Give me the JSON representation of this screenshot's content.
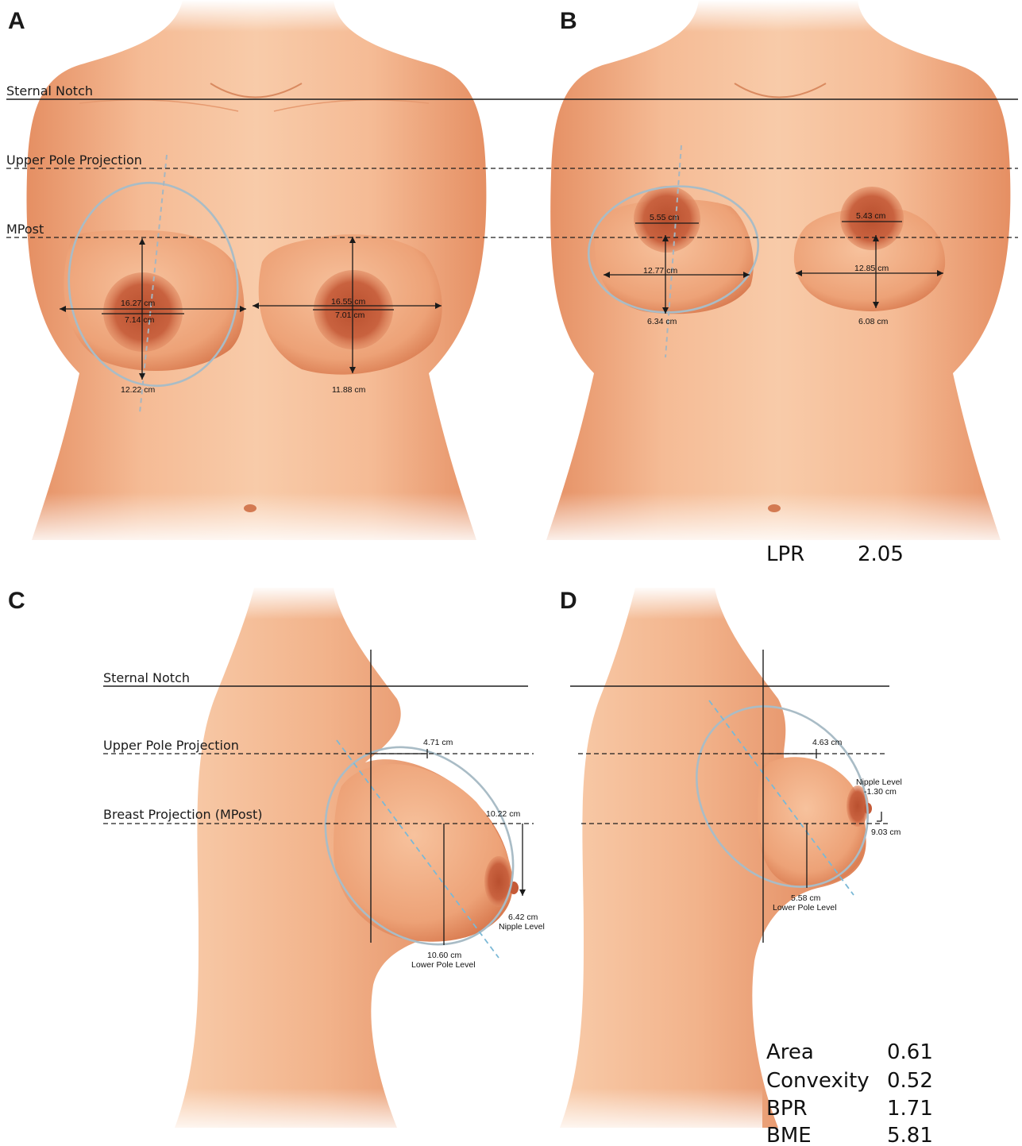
{
  "panels": {
    "a": {
      "letter": "A"
    },
    "b": {
      "letter": "B"
    },
    "c": {
      "letter": "C"
    },
    "d": {
      "letter": "D"
    }
  },
  "labels": {
    "sternal_notch": "Sternal Notch",
    "upper_pole_projection": "Upper Pole Projection",
    "mpost": "MPost",
    "breast_projection_mpost": "Breast Projection (MPost)"
  },
  "panel_a": {
    "right_width": "16.27 cm",
    "right_areola": "7.14 cm",
    "right_height": "12.22 cm",
    "left_width": "16.55 cm",
    "left_areola": "7.01 cm",
    "left_height": "11.88 cm"
  },
  "panel_b": {
    "right_areola": "5.55 cm",
    "right_width": "12.77 cm",
    "right_height": "6.34 cm",
    "left_areola": "5.43 cm",
    "left_width": "12.85 cm",
    "left_height": "6.08 cm",
    "lpr_label": "LPR",
    "lpr_value": "2.05"
  },
  "panel_c": {
    "upper_pole": "4.71 cm",
    "mpost": "10.22 cm",
    "nipple_value": "6.42 cm",
    "nipple_label": "Nipple Level",
    "lower_value": "10.60 cm",
    "lower_label": "Lower Pole Level"
  },
  "panel_d": {
    "upper_pole": "4.63 cm",
    "nipple_label": "Nipple Level",
    "nipple_value": "-1.30 cm",
    "mpost": "9.03 cm",
    "lower_value": "5.58 cm",
    "lower_label": "Lower Pole Level",
    "metrics": [
      {
        "label": "Area",
        "value": "0.61"
      },
      {
        "label": "Convexity",
        "value": "0.52"
      },
      {
        "label": "BPR",
        "value": "1.71"
      },
      {
        "label": "BME",
        "value": "5.81"
      }
    ]
  },
  "colors": {
    "skin_light": "#f7c7a4",
    "skin_mid": "#eea37a",
    "skin_dark": "#d97d54",
    "areola": "#c7603d",
    "outline_ellipse": "#a9bcc6"
  }
}
